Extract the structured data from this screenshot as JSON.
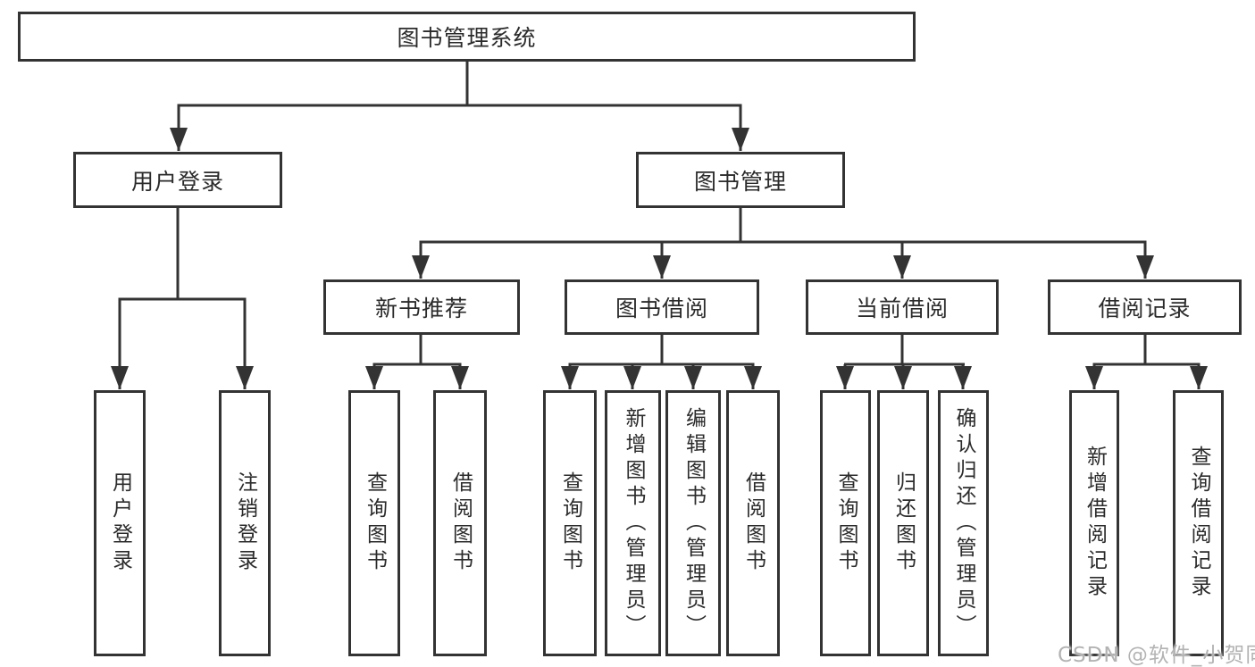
{
  "diagram": {
    "title": "图书管理系统",
    "nodes": {
      "root": "图书管理系统",
      "level2": {
        "user_login": "用户登录",
        "book_management": "图书管理"
      },
      "level3": {
        "new_book_recommend": "新书推荐",
        "book_borrow": "图书借阅",
        "current_borrow": "当前借阅",
        "borrow_records": "借阅记录"
      },
      "leaves": {
        "user_login": "用户登录",
        "logout": "注销登录",
        "rec_query_book": "查询图书",
        "rec_borrow_book": "借阅图书",
        "bb_query_book": "查询图书",
        "bb_add_book": "新增图书（管理员）",
        "bb_edit_book": "编辑图书（管理员）",
        "bb_borrow_book": "借阅图书",
        "cb_query_book": "查询图书",
        "cb_return_book": "归还图书",
        "cb_confirm_return": "确认归还（管理员）",
        "br_add_record": "新增借阅记录",
        "br_query_record": "查询借阅记录"
      }
    },
    "colors": {
      "line": "#333333",
      "text": "#2b2b2b",
      "box_background": "#ffffff",
      "watermark": "#b3b3b3"
    }
  },
  "watermark": "CSDN @软件_小贺同学"
}
